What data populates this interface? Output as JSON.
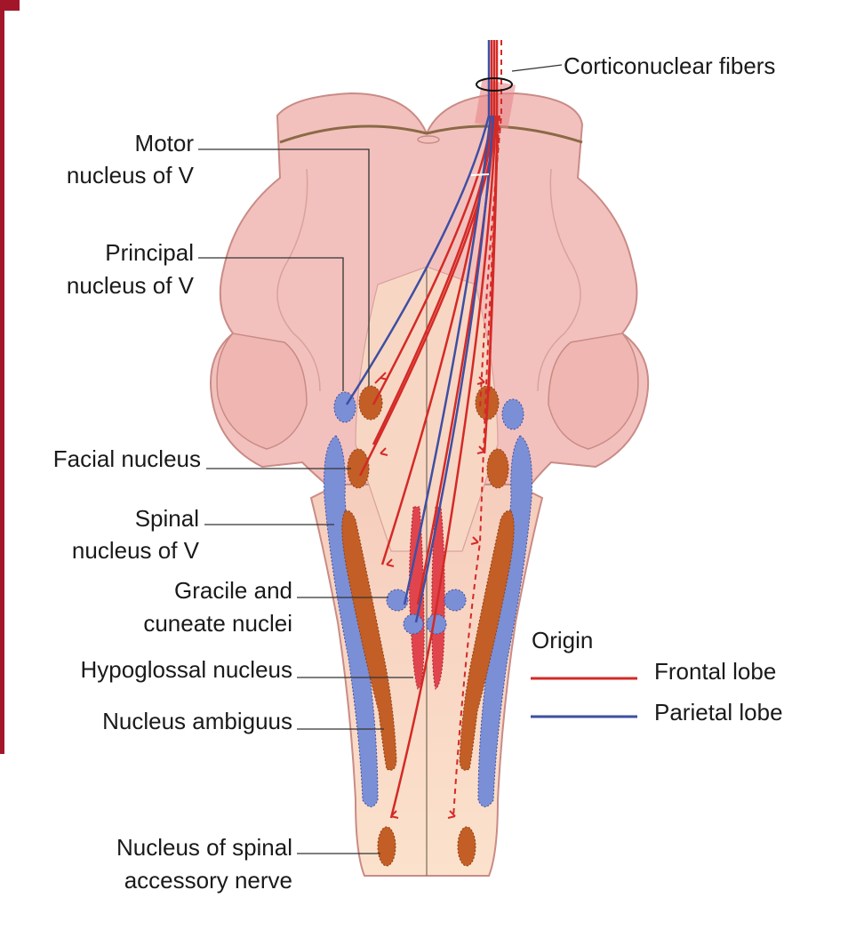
{
  "labels": {
    "corticonuclear": "Corticonuclear fibers",
    "motor_1": "Motor",
    "motor_2": "nucleus of V",
    "principal_1": "Principal",
    "principal_2": "nucleus of V",
    "facial": "Facial nucleus",
    "spinal_1": "Spinal",
    "spinal_2": "nucleus of V",
    "gracile_1": "Gracile and",
    "gracile_2": "cuneate nuclei",
    "hypoglossal": "Hypoglossal nucleus",
    "ambiguus": "Nucleus ambiguus",
    "accessory_1": "Nucleus of spinal",
    "accessory_2": "accessory nerve"
  },
  "legend": {
    "title": "Origin",
    "frontal": "Frontal lobe",
    "parietal": "Parietal lobe"
  },
  "colors": {
    "frontal": "#d42a26",
    "parietal": "#3e4fa3",
    "motor_nucleus": "#c25e26",
    "sensory_nucleus": "#7b8fd6",
    "brainstem_upper": "#f3c1bd",
    "brainstem_lower": "#f9dcc4",
    "border_bar": "#a3162a"
  }
}
